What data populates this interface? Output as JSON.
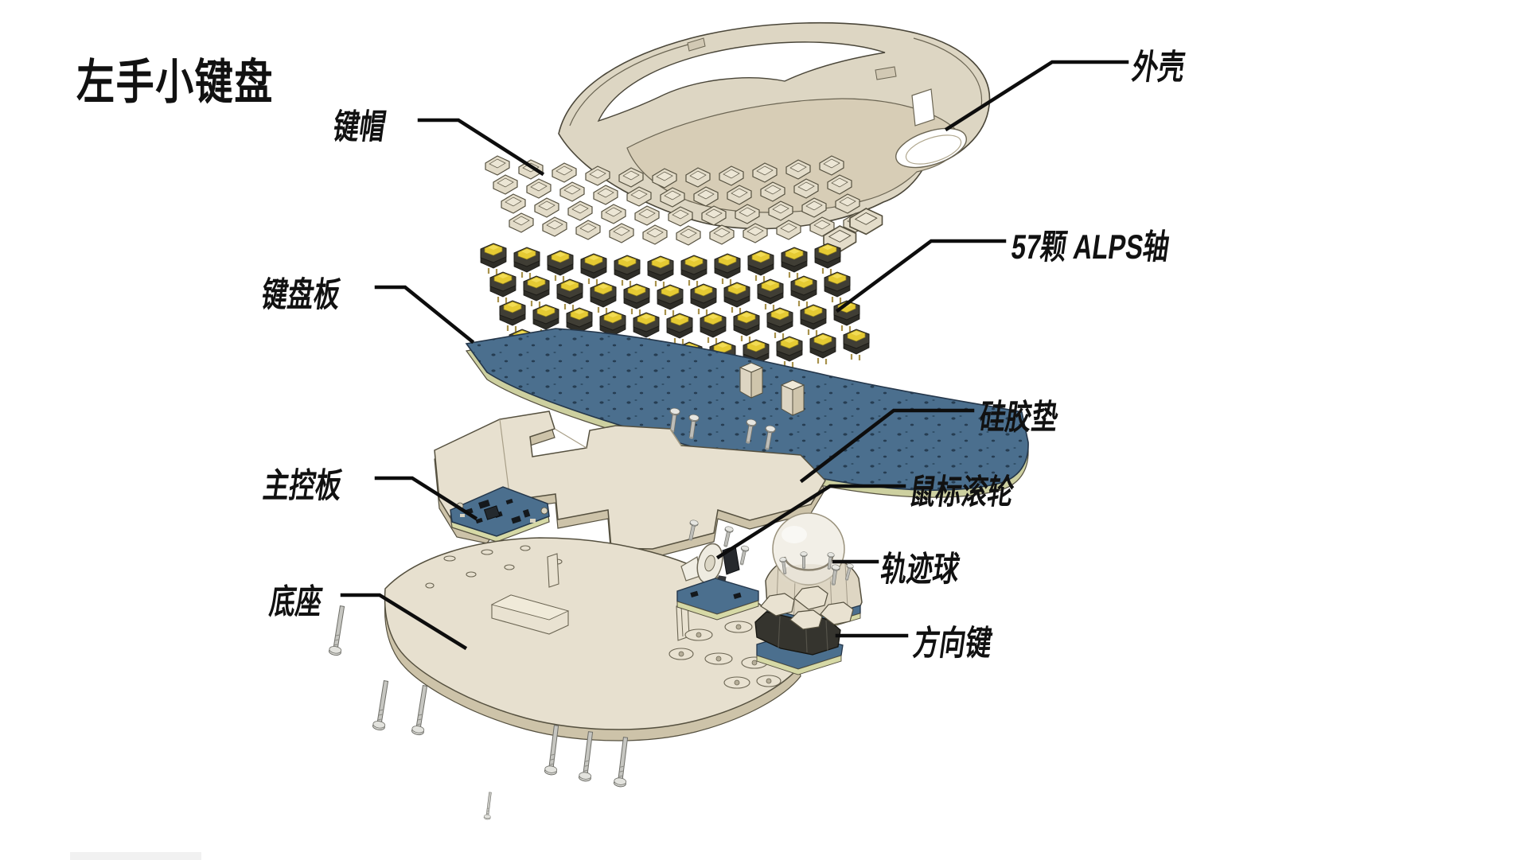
{
  "title": "左手小键盘",
  "labels": {
    "shell": "外壳",
    "keycaps": "键帽",
    "switches": "57颗  ALPS轴",
    "plate": "键盘板",
    "silicone_pad": "硅胶垫",
    "main_board": "主控板",
    "scroll_wheel": "鼠标滚轮",
    "trackball": "轨迹球",
    "dpad": "方向键",
    "base": "底座"
  },
  "colors": {
    "background": "#ffffff",
    "case_cream": "#ddd6c3",
    "case_cream_dark": "#cdc3a9",
    "keycap_cream": "#e3dcc9",
    "switch_yellow": "#e5ca33",
    "switch_dark": "#403e35",
    "pcb_blue": "#4b6f8e",
    "pcb_edge_cream": "#d6d9a6",
    "trackball_white": "#f2efe7",
    "leader_line": "#0d0d0d",
    "text": "#111111"
  }
}
